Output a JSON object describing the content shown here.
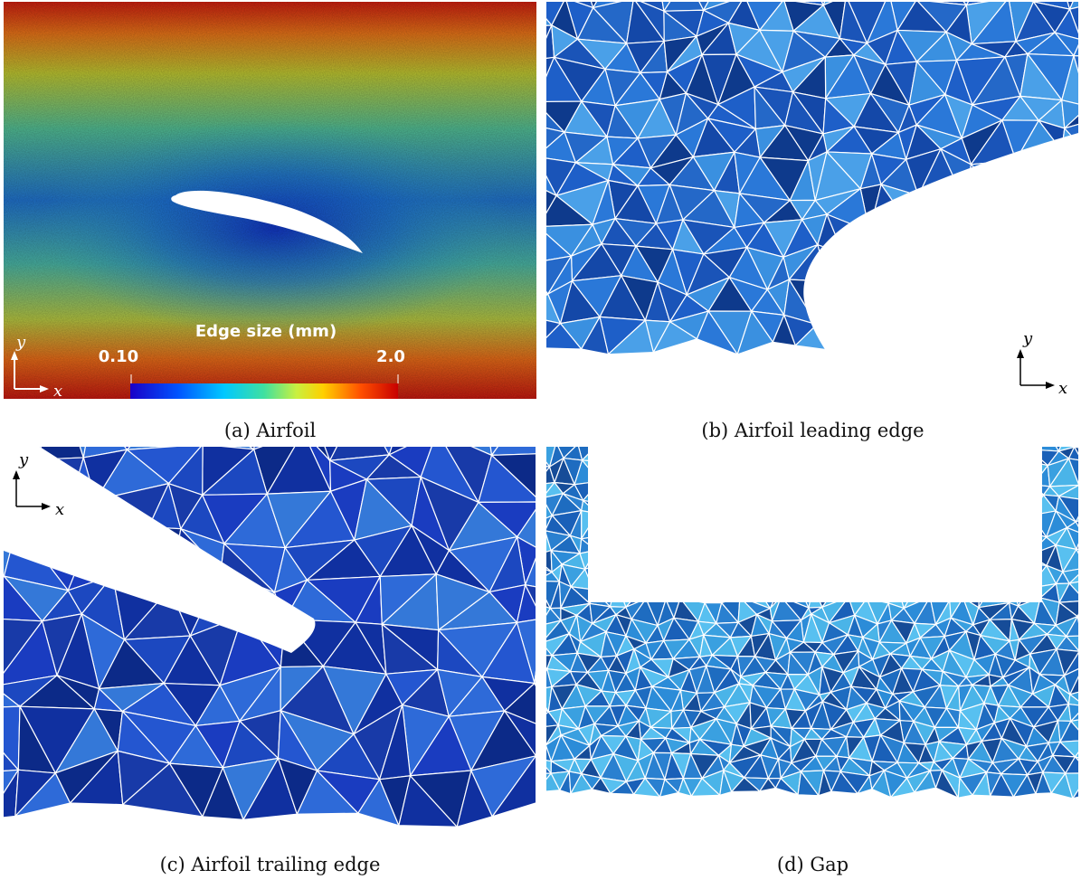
{
  "figure": {
    "panels": [
      {
        "id": "a",
        "caption": "(a) Airfoil"
      },
      {
        "id": "b",
        "caption": "(b) Airfoil leading edge"
      },
      {
        "id": "c",
        "caption": "(c) Airfoil trailing edge"
      },
      {
        "id": "d",
        "caption": "(d) Gap"
      }
    ],
    "colorbar": {
      "title": "Edge size (mm)",
      "min_label": "0.10",
      "max_label": "2.0",
      "colormap": [
        "#1a00c8",
        "#0055ff",
        "#00c8ff",
        "#40e0a0",
        "#c8f040",
        "#ffd000",
        "#ff5000",
        "#c80000"
      ]
    },
    "axes": {
      "x": "x",
      "y": "y"
    },
    "colors": {
      "mesh_line": "#ffffff",
      "background": "#ffffff"
    }
  }
}
